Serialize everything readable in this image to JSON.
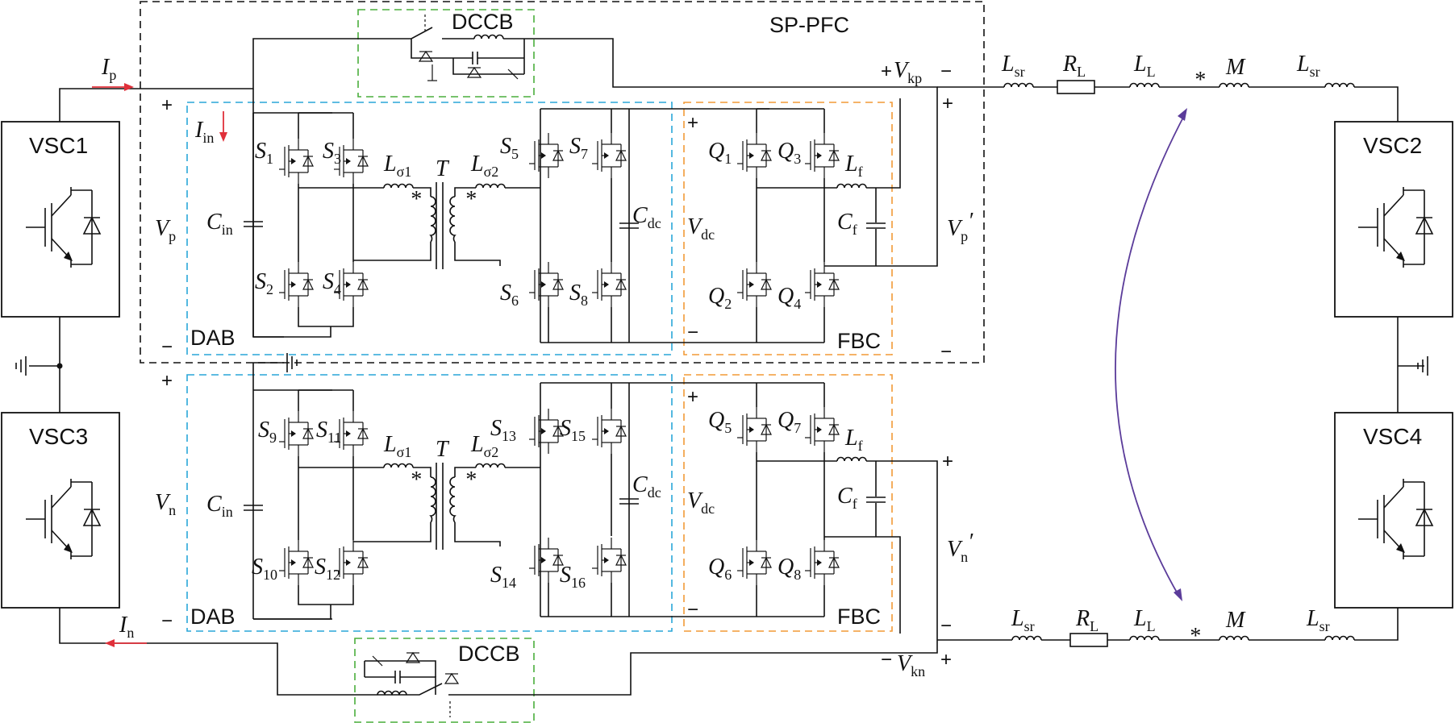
{
  "colors": {
    "sp_pfc_box": "#111111",
    "dab_box": "#29a6d8",
    "fbc_box": "#f29a37",
    "dccb_box": "#4aae3c",
    "current_arrow": "#e0303a",
    "coupling_arrow": "#5b3c9a"
  },
  "blocks": {
    "sp_pfc": "SP-PFC",
    "dab_top": "DAB",
    "dab_bottom": "DAB",
    "fbc_top": "FBC",
    "fbc_bottom": "FBC",
    "dccb_top": "DCCB",
    "dccb_bottom": "DCCB"
  },
  "converters": {
    "vsc1": "VSC1",
    "vsc2": "VSC2",
    "vsc3": "VSC3",
    "vsc4": "VSC4"
  },
  "currents": {
    "ip": {
      "main": "I",
      "sub": "p"
    },
    "in": {
      "main": "I",
      "sub": "n"
    },
    "iin": {
      "main": "I",
      "sub": "in"
    }
  },
  "voltages": {
    "vp": {
      "main": "V",
      "sub": "p"
    },
    "vn": {
      "main": "V",
      "sub": "n"
    },
    "vdc_top": {
      "main": "V",
      "sub": "dc"
    },
    "vdc_bottom": {
      "main": "V",
      "sub": "dc"
    },
    "vpp": {
      "main": "V",
      "sub": "p",
      "prime": "′"
    },
    "vnp": {
      "main": "V",
      "sub": "n",
      "prime": "′"
    },
    "vkp": {
      "main": "V",
      "sub": "kp",
      "plus": "+",
      "minus": "−"
    },
    "vkn": {
      "main": "V",
      "sub": "kn",
      "plus": "+",
      "minus": "−"
    }
  },
  "switches": {
    "top_primary": [
      {
        "main": "S",
        "sub": "1"
      },
      {
        "main": "S",
        "sub": "3"
      },
      {
        "main": "S",
        "sub": "2"
      },
      {
        "main": "S",
        "sub": "4"
      }
    ],
    "top_secondary": [
      {
        "main": "S",
        "sub": "5"
      },
      {
        "main": "S",
        "sub": "7"
      },
      {
        "main": "S",
        "sub": "6"
      },
      {
        "main": "S",
        "sub": "8"
      }
    ],
    "top_fbc": [
      {
        "main": "Q",
        "sub": "1"
      },
      {
        "main": "Q",
        "sub": "3"
      },
      {
        "main": "Q",
        "sub": "2"
      },
      {
        "main": "Q",
        "sub": "4"
      }
    ],
    "bottom_primary": [
      {
        "main": "S",
        "sub": "9"
      },
      {
        "main": "S",
        "sub": "11"
      },
      {
        "main": "S",
        "sub": "10"
      },
      {
        "main": "S",
        "sub": "12"
      }
    ],
    "bottom_secondary": [
      {
        "main": "S",
        "sub": "13"
      },
      {
        "main": "S",
        "sub": "15"
      },
      {
        "main": "S",
        "sub": "14"
      },
      {
        "main": "S",
        "sub": "16"
      }
    ],
    "bottom_fbc": [
      {
        "main": "Q",
        "sub": "5"
      },
      {
        "main": "Q",
        "sub": "7"
      },
      {
        "main": "Q",
        "sub": "6"
      },
      {
        "main": "Q",
        "sub": "8"
      }
    ]
  },
  "passives": {
    "cin": {
      "main": "C",
      "sub": "in"
    },
    "cdc": {
      "main": "C",
      "sub": "dc"
    },
    "cf": {
      "main": "C",
      "sub": "f"
    },
    "lf": {
      "main": "L",
      "sub": "f"
    },
    "ls1": {
      "main": "L",
      "sub": "σ1"
    },
    "ls2": {
      "main": "L",
      "sub": "σ2"
    },
    "t": "T",
    "lsr": {
      "main": "L",
      "sub": "sr"
    },
    "rl": {
      "main": "R",
      "sub": "L"
    },
    "ll": {
      "main": "L",
      "sub": "L"
    },
    "m": "M",
    "dot": "*"
  },
  "signs": {
    "plus": "+",
    "minus": "−"
  }
}
